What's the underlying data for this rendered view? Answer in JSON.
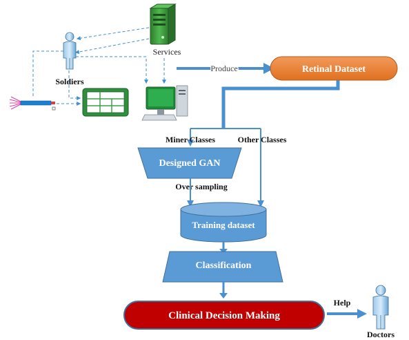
{
  "labels": {
    "services": "Services",
    "soldiers": "Soldiers",
    "produce": "Produce",
    "retinal_dataset": "Retinal Dataset",
    "miner_classes": "Miner Classes",
    "other_classes": "Other Classes",
    "designed_gan": "Designed GAN",
    "over_sampling": "Over sampling",
    "training_dataset": "Training dataset",
    "classification": "Classification",
    "clinical_decision_making": "Clinical Decision Making",
    "help": "Help",
    "doctors": "Doctors"
  },
  "colors": {
    "blue_fill": "#5b9bd5",
    "arrow_blue": "#4a90d0",
    "dashed_blue": "#3d8fd8",
    "orange": "#ed7d31",
    "red": "#c00000",
    "server_green": "#3a9a3a",
    "tablet_green": "#3aa04a",
    "monitor_green": "#1f8a3a"
  },
  "icons": {
    "server": "server-icon",
    "soldier": "person-icon",
    "probe": "probe-icon",
    "tablet": "tablet-icon",
    "computer": "desktop-computer-icon",
    "doctor": "person-icon"
  }
}
